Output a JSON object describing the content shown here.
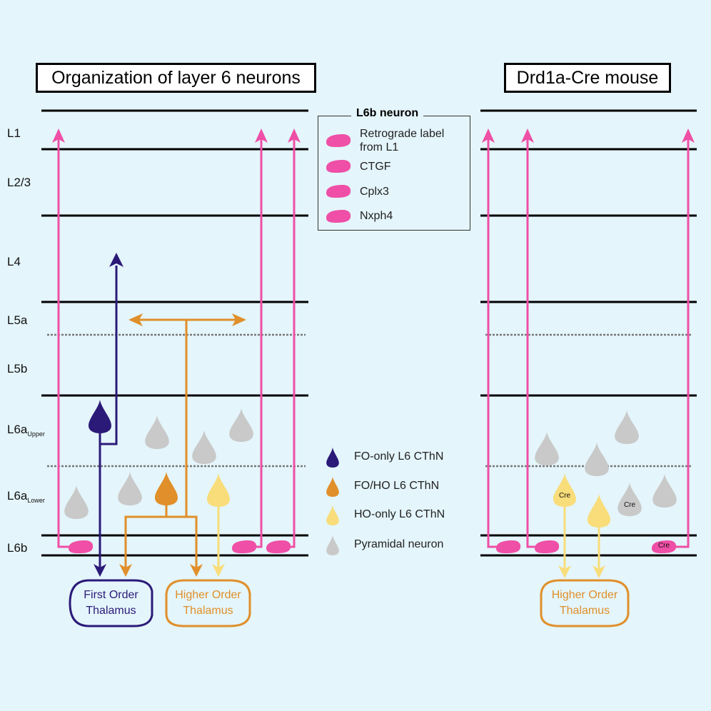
{
  "titles": {
    "left": "Organization of layer 6 neurons",
    "right": "Drd1a-Cre mouse"
  },
  "layers": {
    "l1": "L1",
    "l23": "L2/3",
    "l4": "L4",
    "l5a": "L5a",
    "l5b": "L5b",
    "l6a_upper_main": "L6a",
    "l6a_upper_sub": "Upper",
    "l6a_lower_main": "L6a",
    "l6a_lower_sub": "Lower",
    "l6b": "L6b"
  },
  "legend_l6b": {
    "title": "L6b neuron",
    "items": [
      "Retrograde label\nfrom L1",
      "CTGF",
      "Cplx3",
      "Nxph4"
    ]
  },
  "legend_cells": {
    "items": [
      "FO-only L6 CThN",
      "FO/HO L6 CThN",
      "HO-only L6 CThN",
      "Pyramidal neuron"
    ]
  },
  "thalamus": {
    "first_order": "First Order\nThalamus",
    "higher_order_left": "Higher Order\nThalamus",
    "higher_order_right": "Higher Order\nThalamus"
  },
  "cre_labels": {
    "cell_a": "Cre",
    "cell_b": "Cre",
    "cell_c": "Cre"
  },
  "colors": {
    "background": "#e4f5fb",
    "fo_only": "#2b1a78",
    "fo_ho": "#e08f2a",
    "ho_only": "#f9dd7a",
    "pyramidal": "#c9c9c9",
    "l6b": "#ef4fa6"
  },
  "icons": {
    "l6b_cell": "pink-blob-icon",
    "fo_only": "dark-purple-soma-icon",
    "fo_ho": "orange-soma-icon",
    "ho_only": "yellow-soma-icon",
    "pyramidal": "gray-soma-icon"
  }
}
